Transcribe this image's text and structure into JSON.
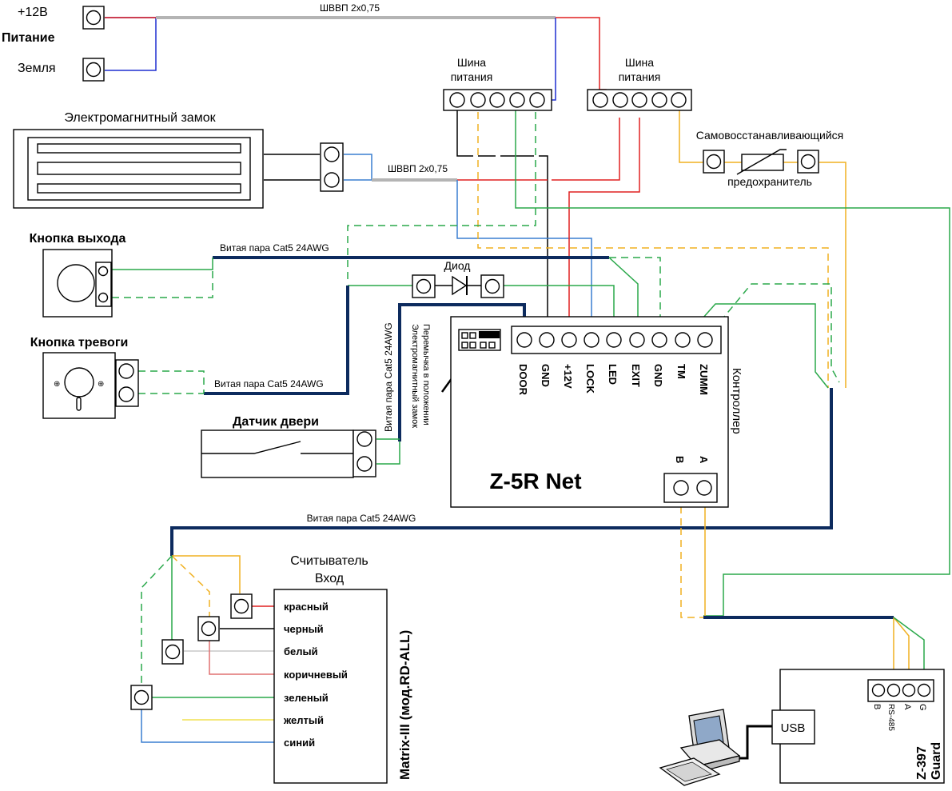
{
  "power": {
    "plus12": "+12В",
    "title": "Питание",
    "ground": "Земля"
  },
  "cables": {
    "shvvp_top": "ШВВП 2х0,75",
    "shvvp_lock": "ШВВП 2х0,75",
    "twisted_exit": "Витая пара Cat5 24AWG",
    "twisted_alarm": "Витая пара Cat5 24AWG",
    "twisted_door": "Витая пара Cat5 24AWG",
    "twisted_reader": "Витая пара Cat5 24AWG"
  },
  "bus": {
    "label1_line1": "Шина",
    "label1_line2": "питания",
    "label2_line1": "Шина",
    "label2_line2": "питания"
  },
  "lock": {
    "title": "Электромагнитный замок"
  },
  "fuse": {
    "label_top": "Самовосстанавливающийся",
    "label_bottom": "предохранитель"
  },
  "exit_button": {
    "title": "Кнопка выхода"
  },
  "alarm_button": {
    "title": "Кнопка тревоги"
  },
  "door_sensor": {
    "title": "Датчик двери"
  },
  "diode": {
    "label": "Диод"
  },
  "jumper": {
    "line1": "Перемычка в положении",
    "line2": "Электромагнитный замок"
  },
  "controller": {
    "name": "Z-5R Net",
    "side_label": "Контроллер",
    "terminals": [
      "DOOR",
      "GND",
      "+12V",
      "LOCK",
      "LED",
      "EXIT",
      "GND",
      "TM",
      "ZUMM"
    ],
    "rs_b": "B",
    "rs_a": "A"
  },
  "reader": {
    "title_line1": "Считыватель",
    "title_line2": "Вход",
    "model": "Matrix-III (мод.RD-ALL)",
    "wires": [
      "красный",
      "черный",
      "белый",
      "коричневый",
      "зеленый",
      "желтый",
      "синий"
    ]
  },
  "converter": {
    "usb": "USB",
    "name_line1": "Z-397",
    "name_line2": "Guard",
    "pins": [
      "B",
      "A",
      "G"
    ],
    "rs485": "RS-485"
  },
  "colors": {
    "red": "#e02020",
    "blue": "#1f2fd0",
    "lightblue": "#3a7fd0",
    "green": "#2aa84a",
    "yellow": "#f0b020",
    "navy": "#0d2b5e",
    "gray": "#b4b4b4"
  }
}
